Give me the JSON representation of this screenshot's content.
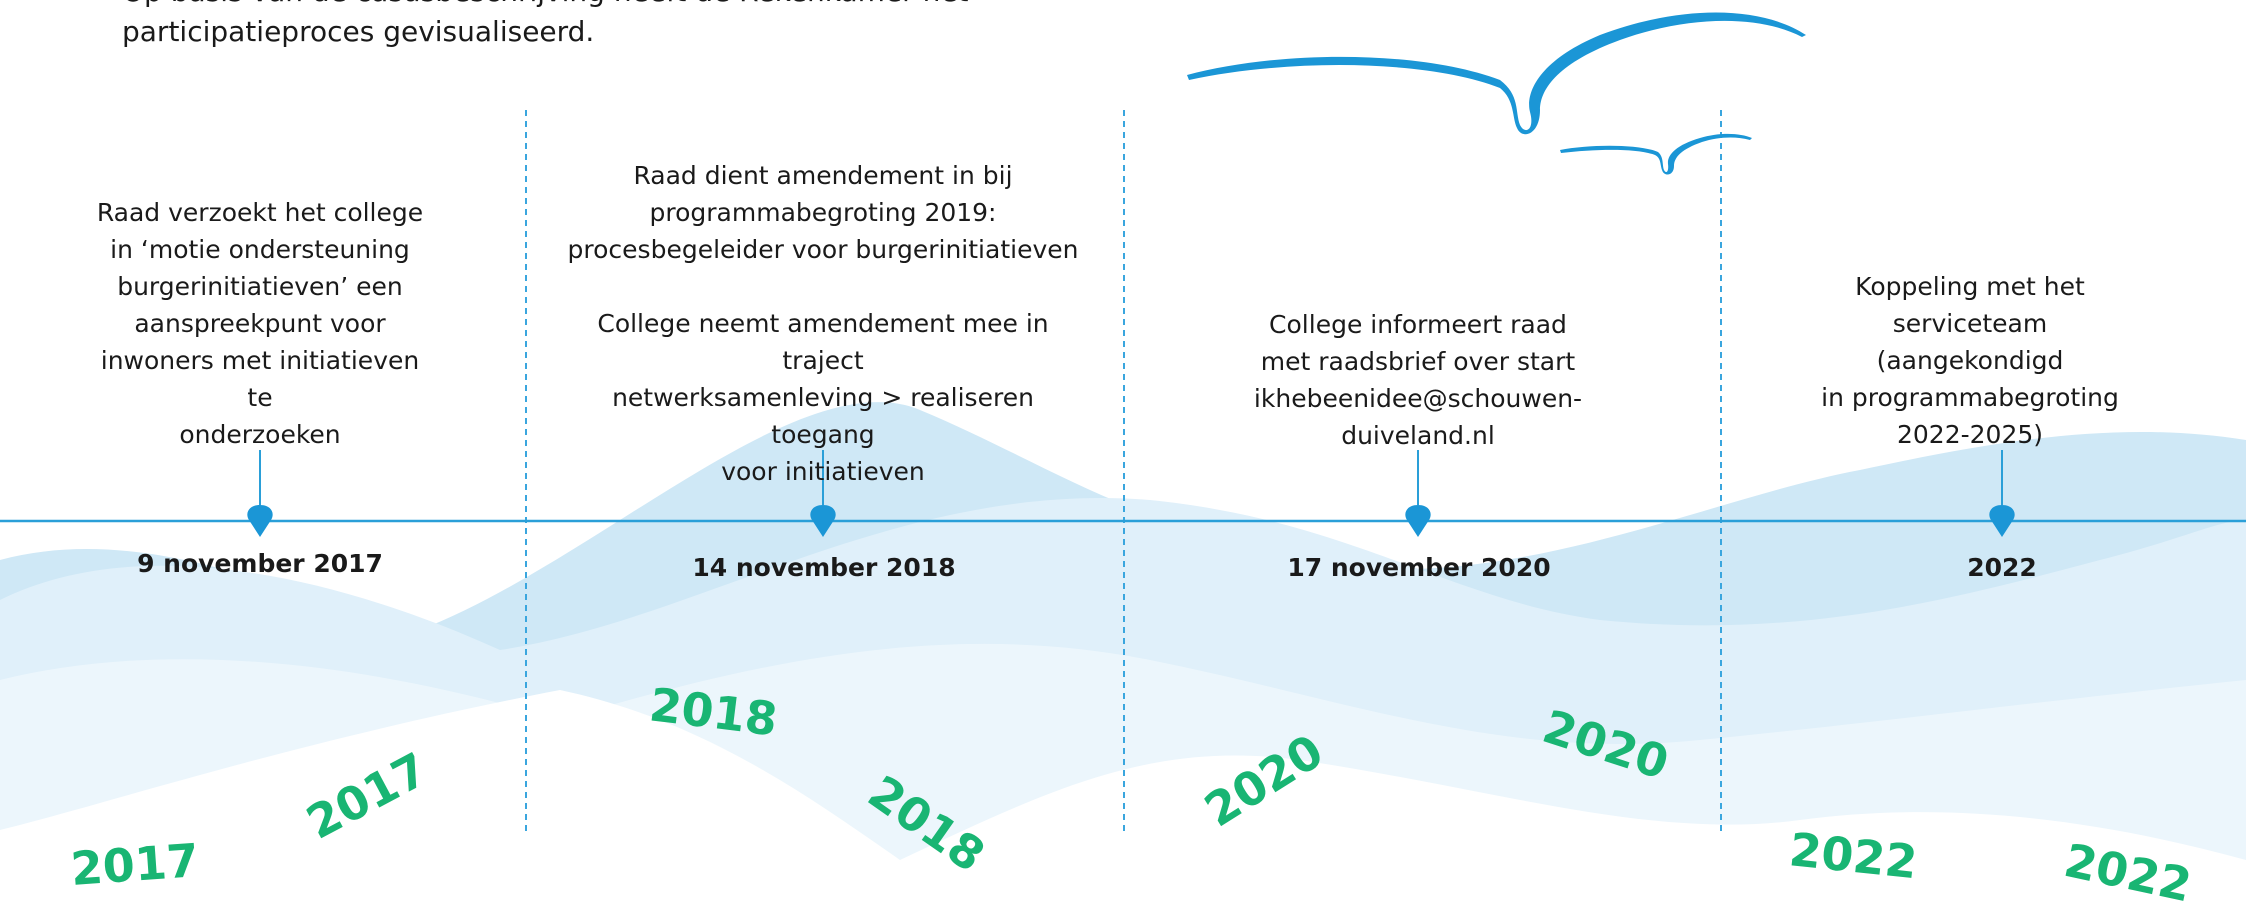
{
  "intro_text": "Op basis van de casusbeschrijving heeft de Rekenkamer het participatieproces gevisualiseerd.",
  "colors": {
    "timeline": "#2a9fd8",
    "divider": "#3aa6de",
    "wave_dark": "#cfe8f6",
    "wave_mid": "#e0f0fa",
    "wave_light": "#ecf6fc",
    "year": "#19b573",
    "bird": "#1b96d6"
  },
  "events": [
    {
      "date": "9 november 2017",
      "text": "Raad verzoekt het college\nin ‘motie ondersteuning\nburgerinitiatieven’ een\naanspreekpunt voor\ninwoners met initiatieven te\nonderzoeken"
    },
    {
      "date": "14 november 2018",
      "text": "Raad dient amendement in bij\nprogrammabegroting 2019:\nprocesbegeleider voor burgerinitiatieven\n\nCollege neemt amendement mee in traject\nnetwerksamenleving > realiseren toegang\nvoor initiatieven"
    },
    {
      "date": "17 november 2020",
      "text": "College informeert raad\nmet raadsbrief over start\nikhebeenidee@schouwen-duiveland.nl"
    },
    {
      "date": "2022",
      "text": "Koppeling met het serviceteam\n(aangekondigd\nin programmabegroting\n2022-2025)"
    }
  ],
  "year_labels": [
    "2017",
    "2017",
    "2018",
    "2018",
    "2020",
    "2020",
    "2022",
    "2022"
  ]
}
